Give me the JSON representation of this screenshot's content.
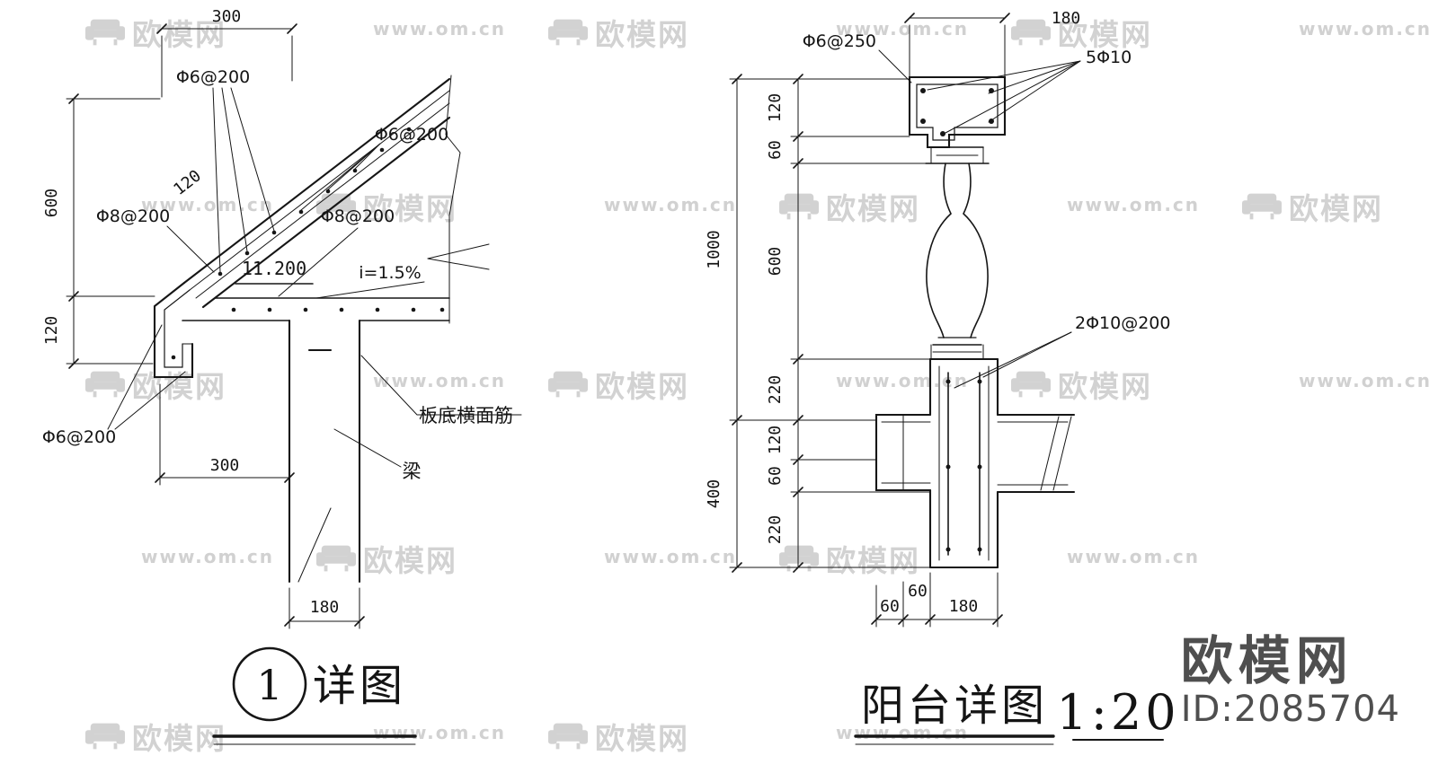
{
  "watermark": {
    "logo_text": "欧模网",
    "url_text": "www.om.cn"
  },
  "brand": {
    "name": "欧模网",
    "id": "ID:2085704"
  },
  "left_detail": {
    "dim_top": "300",
    "dim_left_upper": "600",
    "dim_left_lower": "120",
    "dim_slope": "120",
    "dim_mid": "300",
    "dim_bottom": "180",
    "callout_top": "Φ6@200",
    "callout_right": "Φ6@200",
    "callout_left": "Φ8@200",
    "callout_mid": "Φ8@200",
    "elevation": "11.200",
    "slope": "i=1.5%",
    "label_slab_bottom": "板底横面筋",
    "label_beam": "梁",
    "callout_bottom": "Φ6@200",
    "title_number": "1",
    "title_text": "详图"
  },
  "right_detail": {
    "dim_top": "180",
    "chain": [
      "120",
      "60",
      "600",
      "220",
      "120",
      "60",
      "220"
    ],
    "dim_overall_upper": "1000",
    "dim_overall_lower": "400",
    "callout_cap": "Φ6@250",
    "callout_cap_bars": "5Φ10",
    "callout_wall_bars": "2Φ10@200",
    "dim_bottom_1": "60",
    "dim_bottom_2": "60",
    "dim_bottom_3": "180",
    "title": "阳台详图",
    "scale": "1:20"
  }
}
